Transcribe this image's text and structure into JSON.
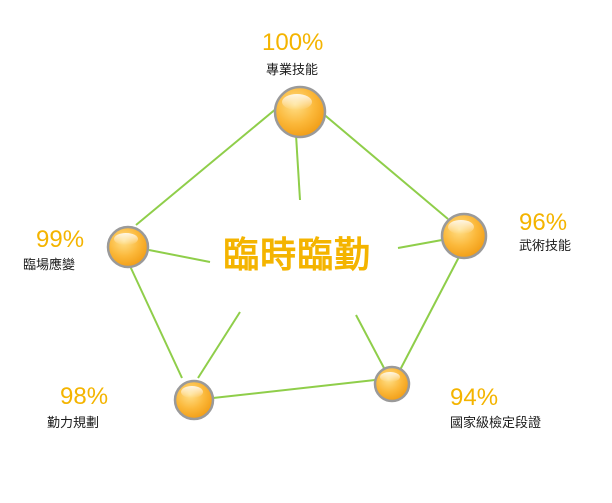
{
  "center": {
    "title": "臨時臨勤"
  },
  "nodes": [
    {
      "id": "skill",
      "label": "專業技能",
      "percent": "100%"
    },
    {
      "id": "martial",
      "label": "武術技能",
      "percent": "96%"
    },
    {
      "id": "cert",
      "label": "國家級檢定段證",
      "percent": "94%"
    },
    {
      "id": "plan",
      "label": "勤力規劃",
      "percent": "98%"
    },
    {
      "id": "adapt",
      "label": "臨場應變",
      "percent": "99%"
    }
  ],
  "colors": {
    "accent": "#f4b400",
    "line": "#8fce4a",
    "circle_fill": "#fbb83a",
    "circle_ring": "#9a9a9a"
  }
}
